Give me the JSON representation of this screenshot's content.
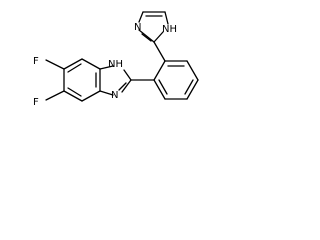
{
  "molecule": {
    "atoms": {
      "f_top": "F",
      "f_bottom": "F",
      "nh_benzimidazole": "NH",
      "n_benzimidazole": "N",
      "nh_imidazole": "NH",
      "n_imidazole": "N"
    }
  }
}
